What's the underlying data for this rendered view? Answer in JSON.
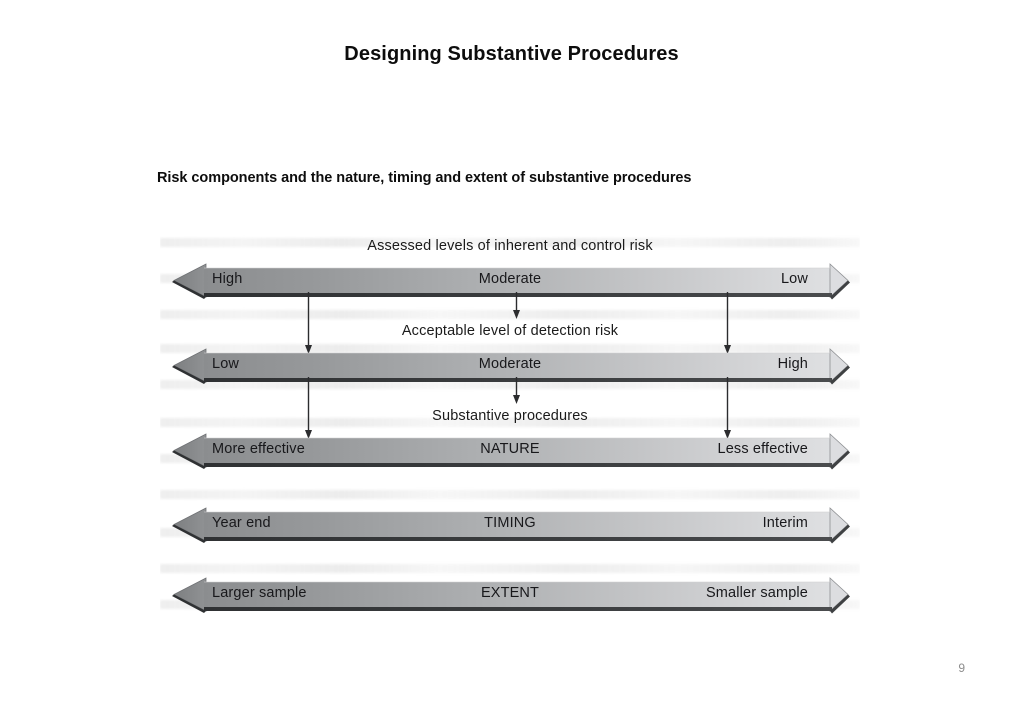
{
  "slide": {
    "title": "Designing Substantive Procedures",
    "subtitle": "Risk components and the nature, timing and extent of substantive procedures",
    "page_number": "9"
  },
  "figure": {
    "rows": [
      {
        "id": "assessed-risk",
        "caption": "Assessed levels of inherent and control risk",
        "left_label": "High",
        "center_label": "Moderate",
        "right_label": "Low"
      },
      {
        "id": "detection-risk",
        "caption": "Acceptable level of detection risk",
        "left_label": "Low",
        "center_label": "Moderate",
        "right_label": "High"
      },
      {
        "id": "nature",
        "caption": "Substantive procedures",
        "left_label": "More effective",
        "center_label": "NATURE",
        "right_label": "Less effective"
      },
      {
        "id": "timing",
        "caption": "",
        "left_label": "Year end",
        "center_label": "TIMING",
        "right_label": "Interim"
      },
      {
        "id": "extent",
        "caption": "",
        "left_label": "Larger sample",
        "center_label": "EXTENT",
        "right_label": "Smaller sample"
      }
    ],
    "connector_groups": [
      {
        "from": "assessed-risk",
        "to": "detection-risk"
      },
      {
        "from": "detection-risk",
        "to": "nature"
      }
    ],
    "colors": {
      "bar_gradient_start": "#8f9193",
      "bar_gradient_end": "#dcdddf",
      "bar_shadow": "#3a3c3e",
      "arrow_outline": "#6f7174",
      "connector": "#2b2c2e",
      "caption_text": "#1b1b1b",
      "page_number_text": "#8d8d8d"
    }
  }
}
